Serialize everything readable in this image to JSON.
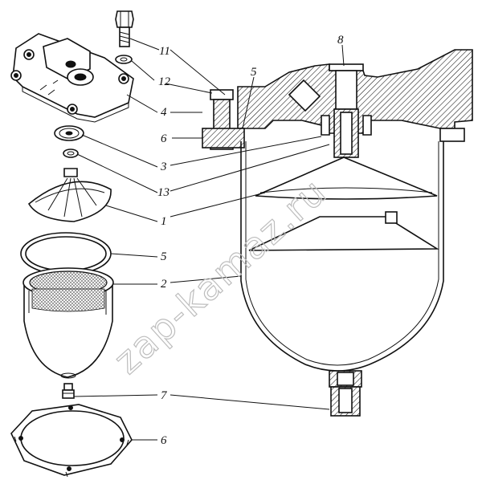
{
  "labels": {
    "l11": "11",
    "l12": "12",
    "l4": "4",
    "l6a": "6",
    "l3": "3",
    "l13": "13",
    "l1": "1",
    "l5a": "5",
    "l2": "2",
    "l7": "7",
    "l6b": "6",
    "l8": "8",
    "l5b": "5"
  },
  "watermark": "zap-kamaz.ru",
  "colors": {
    "line": "#111111",
    "background": "#ffffff",
    "watermark": "#bdbdbd"
  }
}
